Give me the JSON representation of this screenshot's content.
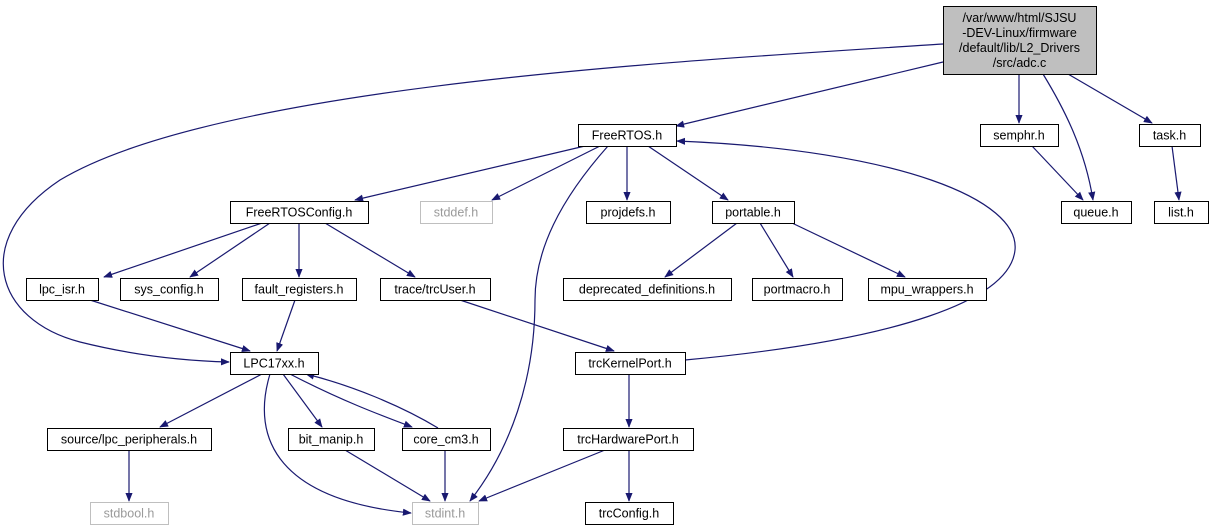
{
  "nodes": [
    {
      "id": "root",
      "lines": [
        "/var/www/html/SJSU",
        "-DEV-Linux/firmware",
        "/default/lib/L2_Drivers",
        "/src/adc.c"
      ]
    },
    {
      "id": "freertos",
      "lines": [
        "FreeRTOS.h"
      ]
    },
    {
      "id": "semphr",
      "lines": [
        "semphr.h"
      ]
    },
    {
      "id": "task",
      "lines": [
        "task.h"
      ]
    },
    {
      "id": "queue",
      "lines": [
        "queue.h"
      ]
    },
    {
      "id": "list",
      "lines": [
        "list.h"
      ]
    },
    {
      "id": "freertosconfig",
      "lines": [
        "FreeRTOSConfig.h"
      ]
    },
    {
      "id": "stddef",
      "lines": [
        "stddef.h"
      ]
    },
    {
      "id": "projdefs",
      "lines": [
        "projdefs.h"
      ]
    },
    {
      "id": "portable",
      "lines": [
        "portable.h"
      ]
    },
    {
      "id": "lpcisr",
      "lines": [
        "lpc_isr.h"
      ]
    },
    {
      "id": "sysconfig",
      "lines": [
        "sys_config.h"
      ]
    },
    {
      "id": "faultregs",
      "lines": [
        "fault_registers.h"
      ]
    },
    {
      "id": "trcuser",
      "lines": [
        "trace/trcUser.h"
      ]
    },
    {
      "id": "deprecated",
      "lines": [
        "deprecated_definitions.h"
      ]
    },
    {
      "id": "portmacro",
      "lines": [
        "portmacro.h"
      ]
    },
    {
      "id": "mpuwrappers",
      "lines": [
        "mpu_wrappers.h"
      ]
    },
    {
      "id": "lpc17xx",
      "lines": [
        "LPC17xx.h"
      ]
    },
    {
      "id": "trckernelport",
      "lines": [
        "trcKernelPort.h"
      ]
    },
    {
      "id": "lpcperipherals",
      "lines": [
        "source/lpc_peripherals.h"
      ]
    },
    {
      "id": "bitmanip",
      "lines": [
        "bit_manip.h"
      ]
    },
    {
      "id": "corecm3",
      "lines": [
        "core_cm3.h"
      ]
    },
    {
      "id": "trchardwareport",
      "lines": [
        "trcHardwarePort.h"
      ]
    },
    {
      "id": "stdbool",
      "lines": [
        "stdbool.h"
      ]
    },
    {
      "id": "stdint",
      "lines": [
        "stdint.h"
      ]
    },
    {
      "id": "trcconfig",
      "lines": [
        "trcConfig.h"
      ]
    }
  ],
  "edges": [
    [
      "root",
      "freertos"
    ],
    [
      "root",
      "semphr"
    ],
    [
      "root",
      "queue"
    ],
    [
      "root",
      "task"
    ],
    [
      "root",
      "lpc17xx"
    ],
    [
      "semphr",
      "queue"
    ],
    [
      "task",
      "list"
    ],
    [
      "freertos",
      "freertosconfig"
    ],
    [
      "freertos",
      "stddef"
    ],
    [
      "freertos",
      "projdefs"
    ],
    [
      "freertos",
      "portable"
    ],
    [
      "freertos",
      "stdint"
    ],
    [
      "freertosconfig",
      "lpcisr"
    ],
    [
      "freertosconfig",
      "sysconfig"
    ],
    [
      "freertosconfig",
      "faultregs"
    ],
    [
      "freertosconfig",
      "trcuser"
    ],
    [
      "portable",
      "deprecated"
    ],
    [
      "portable",
      "portmacro"
    ],
    [
      "portable",
      "mpuwrappers"
    ],
    [
      "lpcisr",
      "lpc17xx"
    ],
    [
      "faultregs",
      "lpc17xx"
    ],
    [
      "trcuser",
      "trckernelport"
    ],
    [
      "trckernelport",
      "freertos"
    ],
    [
      "lpc17xx",
      "lpcperipherals"
    ],
    [
      "lpc17xx",
      "bitmanip"
    ],
    [
      "lpc17xx",
      "corecm3"
    ],
    [
      "lpc17xx",
      "stdint"
    ],
    [
      "corecm3",
      "lpc17xx"
    ],
    [
      "lpcperipherals",
      "stdbool"
    ],
    [
      "bitmanip",
      "stdint"
    ],
    [
      "corecm3",
      "stdint"
    ],
    [
      "trckernelport",
      "trchardwareport"
    ],
    [
      "trchardwareport",
      "stdint"
    ],
    [
      "trchardwareport",
      "trcconfig"
    ]
  ]
}
